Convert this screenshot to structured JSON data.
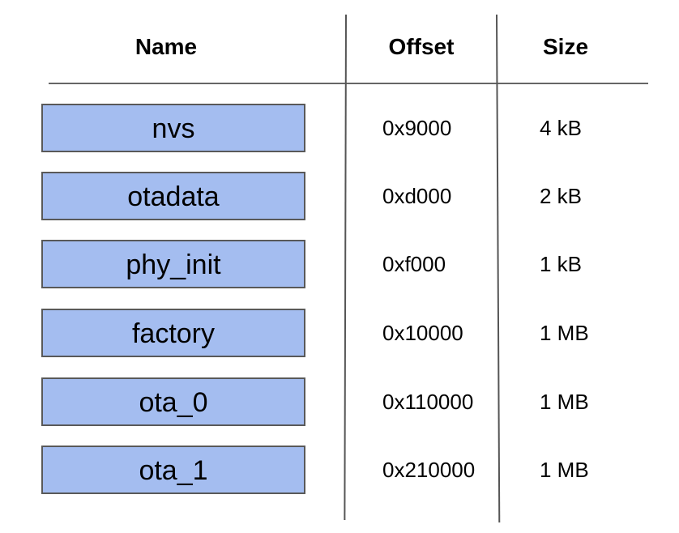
{
  "header": {
    "name": "Name",
    "offset": "Offset",
    "size": "Size"
  },
  "partitions": [
    {
      "name": "nvs",
      "offset": "0x9000",
      "size": "4 kB"
    },
    {
      "name": "otadata",
      "offset": "0xd000",
      "size": "2 kB"
    },
    {
      "name": "phy_init",
      "offset": "0xf000",
      "size": "1 kB"
    },
    {
      "name": "factory",
      "offset": "0x10000",
      "size": "1 MB"
    },
    {
      "name": "ota_0",
      "offset": "0x110000",
      "size": "1 MB"
    },
    {
      "name": "ota_1",
      "offset": "0x210000",
      "size": "1 MB"
    }
  ],
  "colors": {
    "box_fill": "#a4bdf0",
    "box_border": "#595959",
    "rule": "#666666"
  }
}
